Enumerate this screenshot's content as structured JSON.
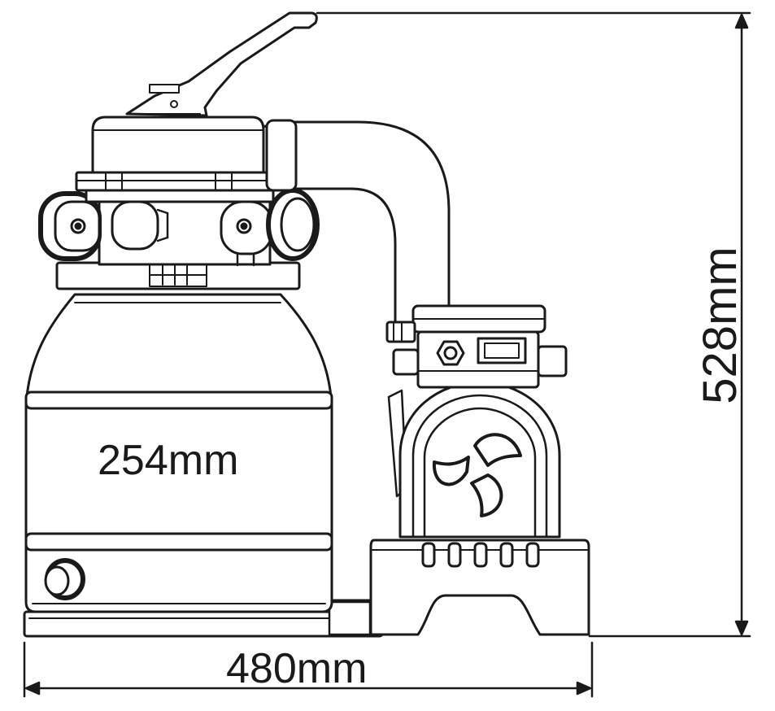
{
  "dimensions": {
    "filter_width": "254mm",
    "base_width": "480mm",
    "total_height": "528mm"
  },
  "colors": {
    "line": "#1a1a1a",
    "fill_light": "#f4f4f4",
    "fill_mid": "#d9d9d9",
    "background": "#ffffff"
  }
}
